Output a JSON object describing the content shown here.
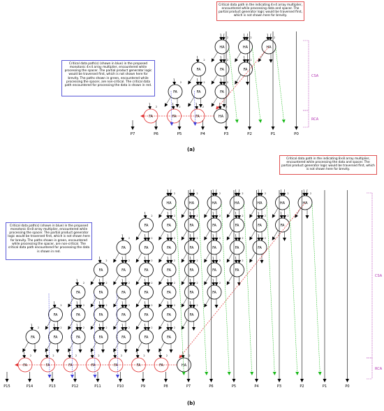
{
  "panel_a": {
    "caption": "(a)",
    "note_red": "Critical data path in the indicating 4×4 array multiplier, encountered while processing data and spacer. The partial product generator logic would be traversed first, which is not shown here for brevity.",
    "note_blue": "Critical data path(s) (shown in blue) in the proposed monotonic 4×4 array multiplier, encountered while processing the spacer. The partial product generator logic would be traversed first, which is not shown here for brevity. The paths shown in green, encountered while processing the spacer, are non-critical. The critical data path encountered for processing the data is shown in red.",
    "outputs": [
      "P7",
      "P6",
      "P5",
      "P4",
      "P3",
      "P2",
      "P1",
      "P0"
    ],
    "csa_label": "CSA",
    "rca_label": "RCA",
    "n": 4
  },
  "panel_b": {
    "caption": "(b)",
    "note_red": "Critical data path in the indicating 8×8 array multiplier, encountered while processing the data and spacer. The partial product generator logic would be traversed first, which is not shown here for brevity.",
    "note_blue": "Critical data path(s) (shown in blue) in the proposed monotonic 8×8 array multiplier, encountered while processing the spacer. The partial product generator logic would be traversed first, which is not shown here for brevity. The paths shown in green, encountered while processing the spacer, are non-critical. The critical data path encountered for processing the data is shown in red.",
    "outputs": [
      "P15",
      "P14",
      "P13",
      "P12",
      "P11",
      "P10",
      "P9",
      "P8",
      "P7",
      "P6",
      "P5",
      "P4",
      "P3",
      "P2",
      "P1",
      "P0"
    ],
    "csa_label": "CSA",
    "rca_label": "RCA",
    "n": 8
  },
  "labels": {
    "half_adder": "HA",
    "full_adder": "FA",
    "wire_width": "2"
  },
  "colors": {
    "critical_data": "#e03030",
    "critical_spacer": "#3a3ad8",
    "non_critical_spacer": "#18b818",
    "stage_bracket": "#b030b0"
  }
}
